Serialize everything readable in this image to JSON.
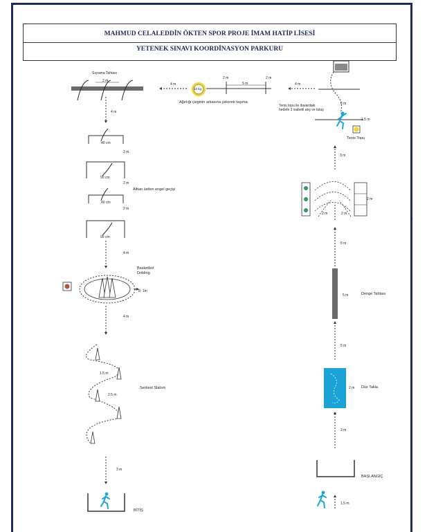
{
  "header": {
    "school": "MAHMUD CELALEDDİN ÖKTEN SPOR PROJE İMAM HATİP LİSESİ",
    "title": "YETENEK SINAVI KOORDİNASYON PARKURU"
  },
  "labels": {
    "sicrama": "Sıçrama Tahtası",
    "two_m_board": "2 m",
    "four_m_1": "4 m",
    "forty_cm_1": "40 cm",
    "two_m_1": "2 m",
    "ninety_cm_1": "90 cm",
    "two_m_2": "2 m",
    "alttan": "Alttan üstten engel geçişi",
    "forty_cm_2": "40 cm",
    "two_m_3": "2 m",
    "ninety_cm_2": "90 cm",
    "four_m_2": "4 m",
    "basketbol": "Basketbol",
    "dribling": "Dribling",
    "eight_m": "8- 1m",
    "four_m_3": "4 m",
    "one5m_slalom": "1.5 m",
    "two5m_slalom": "2.5 m",
    "serbest": "Serbest Slalom",
    "three_m_bottom": "3 m",
    "bitis": "BİTİŞ",
    "four_m_mid": "4 m",
    "weight": "13 kg",
    "agirlik": "Ağırlığı çizginin arkasına çekerek taşıma",
    "two_m_top_a": "2 m",
    "five_m_top": "5 m",
    "two_m_top_b": "2 m",
    "four_m_right": "4 m",
    "tenis_desc_1": "Tenis topu ile duvardaki",
    "tenis_desc_2": "hedefe 3 isabetli atış ve tutuş",
    "six_m": "6 m",
    "one5m_right": "1.5 m",
    "tenis_topu": "Tenis Topu",
    "three_m_r1": "3 m",
    "two_m_r1": "2 m",
    "two_m_r2": "2 m",
    "two_m_r3": "2 m",
    "five_m_r1": "5 m",
    "five_m_denge": "5 m",
    "denge": "Denge Tahtası",
    "five_m_r2": "5 m",
    "two_m_duz": "2 m",
    "duz_takla": "Düz Takla",
    "three_m_r2": "3 m",
    "baslangic": "BAŞLANGIÇ",
    "one5m_start": "1.5 m"
  },
  "colors": {
    "navy": "#1e2a57",
    "runner": "#18a7d6",
    "mat": "#1ba3d8",
    "ring": "#f2d32a",
    "ball_green": "#2e9a5a",
    "basket_brown": "#b3543a",
    "line": "#333333"
  },
  "icons": [
    "runner-icon",
    "cone-icon",
    "basketball-icon",
    "tennis-ball-icon",
    "weight-icon",
    "target-icon"
  ]
}
